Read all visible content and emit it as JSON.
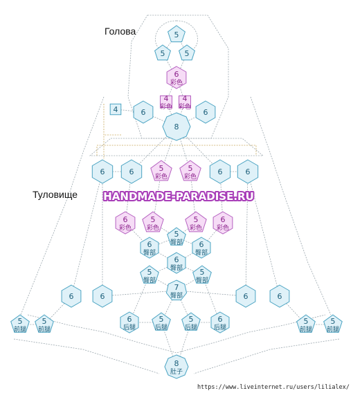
{
  "labels": {
    "head": "Голова",
    "torso": "Туловище",
    "watermark": "HANDMADE-PARADISE.RU",
    "source_url": "https://www.liveinternet.ru/users/lilialex/"
  },
  "colors": {
    "blue_fill": "#dff1f8",
    "blue_stroke": "#4aa3c2",
    "pink_fill": "#f6dcf6",
    "pink_stroke": "#b560c0"
  },
  "nodes": [
    {
      "id": "h1",
      "sides": 5,
      "num": "5",
      "sub": "",
      "pink": false
    },
    {
      "id": "h2",
      "sides": 5,
      "num": "5",
      "sub": "",
      "pink": false
    },
    {
      "id": "h3",
      "sides": 5,
      "num": "5",
      "sub": "",
      "pink": false
    },
    {
      "id": "h4",
      "sides": 6,
      "num": "6",
      "sub": "彩色",
      "pink": true
    },
    {
      "id": "h5",
      "sides": 4,
      "num": "4",
      "sub": "彩色",
      "pink": true
    },
    {
      "id": "h6",
      "sides": 4,
      "num": "4",
      "sub": "彩色",
      "pink": true
    },
    {
      "id": "h7",
      "sides": 4,
      "num": "4",
      "sub": "",
      "pink": false
    },
    {
      "id": "h8",
      "sides": 6,
      "num": "6",
      "sub": "",
      "pink": false
    },
    {
      "id": "h9",
      "sides": 6,
      "num": "6",
      "sub": "",
      "pink": false
    },
    {
      "id": "h10",
      "sides": 8,
      "num": "8",
      "sub": "",
      "pink": false
    },
    {
      "id": "t1",
      "sides": 6,
      "num": "6",
      "sub": "",
      "pink": false
    },
    {
      "id": "t2",
      "sides": 6,
      "num": "6",
      "sub": "",
      "pink": false
    },
    {
      "id": "t3",
      "sides": 5,
      "num": "5",
      "sub": "彩色",
      "pink": true
    },
    {
      "id": "t4",
      "sides": 5,
      "num": "5",
      "sub": "彩色",
      "pink": true
    },
    {
      "id": "t5",
      "sides": 6,
      "num": "6",
      "sub": "",
      "pink": false
    },
    {
      "id": "t6",
      "sides": 6,
      "num": "6",
      "sub": "",
      "pink": false
    },
    {
      "id": "m1",
      "sides": 6,
      "num": "6",
      "sub": "彩色",
      "pink": true
    },
    {
      "id": "m2",
      "sides": 5,
      "num": "5",
      "sub": "彩色",
      "pink": true
    },
    {
      "id": "m3",
      "sides": 5,
      "num": "5",
      "sub": "彩色",
      "pink": true
    },
    {
      "id": "m4",
      "sides": 6,
      "num": "6",
      "sub": "彩色",
      "pink": true
    },
    {
      "id": "b1",
      "sides": 5,
      "num": "5",
      "sub": "臀部",
      "pink": false
    },
    {
      "id": "b2",
      "sides": 6,
      "num": "6",
      "sub": "臀部",
      "pink": false
    },
    {
      "id": "b3",
      "sides": 6,
      "num": "6",
      "sub": "臀部",
      "pink": false
    },
    {
      "id": "b4",
      "sides": 6,
      "num": "6",
      "sub": "臀部",
      "pink": false
    },
    {
      "id": "b5",
      "sides": 5,
      "num": "5",
      "sub": "臀部",
      "pink": false
    },
    {
      "id": "b6",
      "sides": 5,
      "num": "5",
      "sub": "臀部",
      "pink": false
    },
    {
      "id": "b7",
      "sides": 7,
      "num": "7",
      "sub": "臀部",
      "pink": false
    },
    {
      "id": "s1",
      "sides": 6,
      "num": "6",
      "sub": "",
      "pink": false
    },
    {
      "id": "s2",
      "sides": 6,
      "num": "6",
      "sub": "",
      "pink": false
    },
    {
      "id": "s3",
      "sides": 6,
      "num": "6",
      "sub": "",
      "pink": false
    },
    {
      "id": "s4",
      "sides": 6,
      "num": "6",
      "sub": "",
      "pink": false
    },
    {
      "id": "l1",
      "sides": 6,
      "num": "6",
      "sub": "后腿",
      "pink": false
    },
    {
      "id": "l2",
      "sides": 5,
      "num": "5",
      "sub": "后腿",
      "pink": false
    },
    {
      "id": "l3",
      "sides": 5,
      "num": "5",
      "sub": "后腿",
      "pink": false
    },
    {
      "id": "l4",
      "sides": 6,
      "num": "6",
      "sub": "后腿",
      "pink": false
    },
    {
      "id": "f1",
      "sides": 5,
      "num": "5",
      "sub": "前腿",
      "pink": false
    },
    {
      "id": "f2",
      "sides": 5,
      "num": "5",
      "sub": "前腿",
      "pink": false
    },
    {
      "id": "f3",
      "sides": 5,
      "num": "5",
      "sub": "前腿",
      "pink": false
    },
    {
      "id": "f4",
      "sides": 5,
      "num": "5",
      "sub": "前腿",
      "pink": false
    },
    {
      "id": "bot",
      "sides": 8,
      "num": "8",
      "sub": "肚子",
      "pink": false
    }
  ]
}
